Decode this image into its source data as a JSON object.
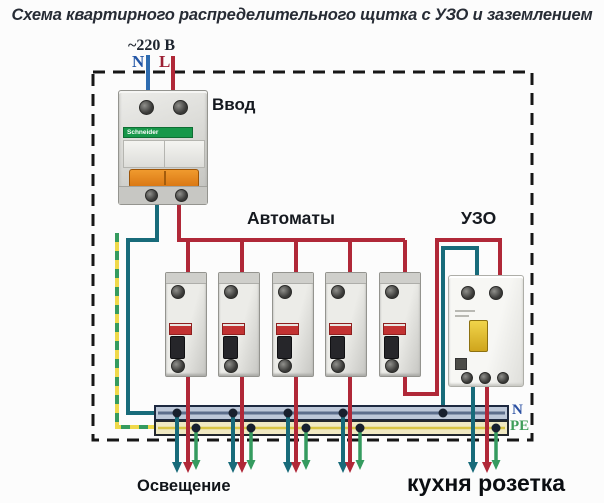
{
  "title": "Схема квартирного распределительного щитка с УЗО и заземлением",
  "supply": {
    "voltage": "~220 В",
    "neutral_label": "N",
    "line_label": "L"
  },
  "sections": {
    "input": "Ввод",
    "breakers": "Автоматы",
    "rcd": "УЗО"
  },
  "buses": {
    "neutral": "N",
    "earth": "PE"
  },
  "outputs": {
    "lighting": "Освещение",
    "kitchen": "кухня розетка"
  },
  "devices": {
    "main_breaker_brand": "Schneider"
  },
  "colors": {
    "line_wire_red": "#b02838",
    "neutral_wire_teal": "#186b7a",
    "supply_neutral_blue": "#2e6cb0",
    "earth_green": "#359b5f",
    "earth_yellow": "#efd94b",
    "neutral_bus_fill": "#bdc8d9",
    "earth_bus_fill": "#f0e9c3",
    "main_handle_orange": "#e8871c",
    "rcd_toggle_yellow": "#e2bd2e",
    "brand_strip_green": "#17984a"
  }
}
